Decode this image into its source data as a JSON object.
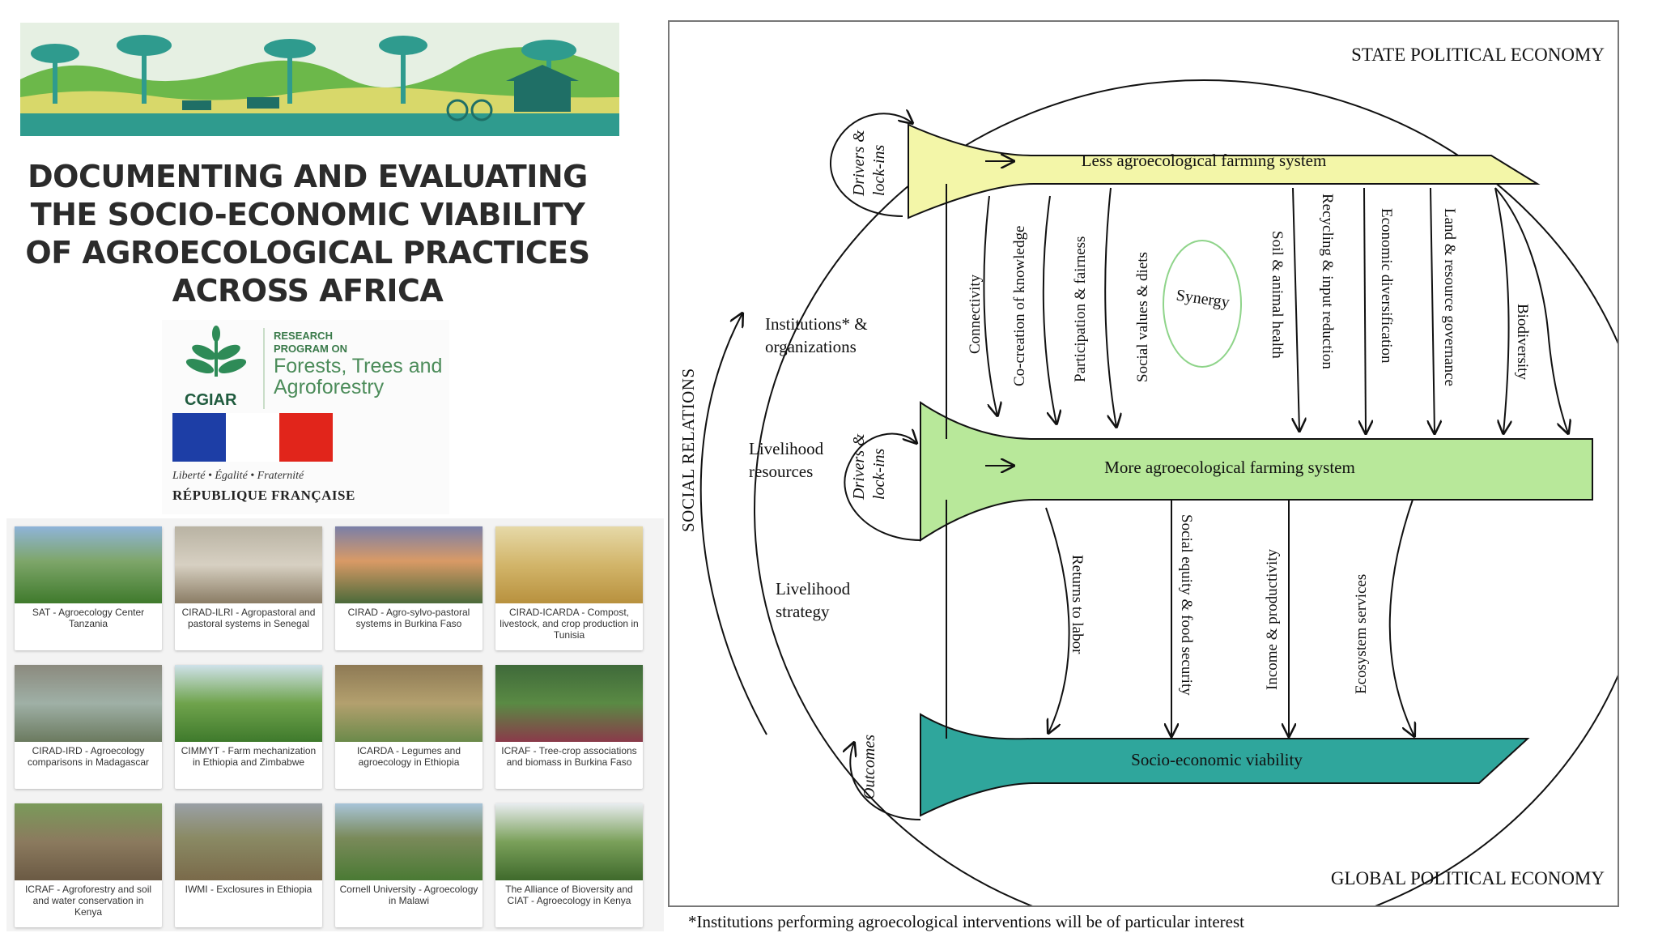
{
  "title": "DOCUMENTING AND EVALUATING THE SOCIO-ECONOMIC VIABILITY OF AGROECOLOGICAL PRACTICES ACROSS AFRICA",
  "title_lines": [
    "DOCUMENTING AND EVALUATING",
    "THE SOCIO-ECONOMIC VIABILITY",
    "OF AGROECOLOGICAL PRACTICES",
    "ACROSS AFRICA"
  ],
  "logos": {
    "cgiar": "CGIAR",
    "program_small_1": "RESEARCH",
    "program_small_2": "PROGRAM ON",
    "program_big_1": "Forests, Trees and",
    "program_big_2": "Agroforestry",
    "motto": "Liberté • Égalité • Fraternité",
    "republique": "RÉPUBLIQUE FRANÇAISE"
  },
  "colors": {
    "banner_teal": "#2f9b8e",
    "banner_green": "#6cb84a",
    "banner_yellow": "#d8d86a",
    "less_band": "#f3f6a8",
    "more_band": "#b8e89a",
    "socio_band": "#2fa69c",
    "flag_blue": "#1d3ea6",
    "flag_red": "#e1251b"
  },
  "cards": [
    {
      "caption": "SAT - Agroecology Center Tanzania",
      "icon": "farmer-field-photo"
    },
    {
      "caption": "CIRAD-ILRI - Agropastoral and pastoral systems in Senegal",
      "icon": "cattle-photo"
    },
    {
      "caption": "CIRAD - Agro-sylvo-pastoral systems in Burkina Faso",
      "icon": "sunset-field-photo"
    },
    {
      "caption": "CIRAD-ICARDA - Compost, livestock, and crop production in Tunisia",
      "icon": "wheat-field-photo"
    },
    {
      "caption": "CIRAD-IRD - Agroecology comparisons in Madagascar",
      "icon": "rice-paddy-photo"
    },
    {
      "caption": "CIMMYT - Farm mechanization in Ethiopia and Zimbabwe",
      "icon": "farmers-crop-photo"
    },
    {
      "caption": "ICARDA - Legumes and agroecology in Ethiopia",
      "icon": "legume-harvest-photo"
    },
    {
      "caption": "ICRAF - Tree-crop associations and biomass in Burkina Faso",
      "icon": "tree-crop-photo"
    },
    {
      "caption": "ICRAF - Agroforestry and soil and water conservation in Kenya",
      "icon": "soil-work-photo"
    },
    {
      "caption": "IWMI - Exclosures in Ethiopia",
      "icon": "landscape-photo"
    },
    {
      "caption": "Cornell University - Agroecology in Malawi",
      "icon": "village-field-photo"
    },
    {
      "caption": "The Alliance of Bioversity and CIAT - Agroecology in Kenya",
      "icon": "banana-field-photo"
    }
  ],
  "diagram": {
    "state": "STATE POLITICAL ECONOMY",
    "global": "GLOBAL POLITICAL ECONOMY",
    "social": "SOCIAL RELATIONS",
    "institutions_1": "Institutions* &",
    "institutions_2": "organizations",
    "livelihood_res_1": "Livelihood",
    "livelihood_res_2": "resources",
    "livelihood_str_1": "Livelihood",
    "livelihood_str_2": "strategy",
    "drivers1_a": "Drivers &",
    "drivers1_b": "lock-ins",
    "drivers2_a": "Drivers &",
    "drivers2_b": "lock-ins",
    "outcomes": "Outcomes",
    "less": "Less agroecological farming system",
    "more": "More agroecological farming system",
    "socio": "Socio-economic viability",
    "synergy": "Synergy",
    "upper_arrows": [
      "Connectivity",
      "Co-creation of knowledge",
      "Participation & fairness",
      "Social values & diets",
      "Soil & animal health",
      "Recycling & input reduction",
      "Economic diversification",
      "Land & resource governance",
      "Biodiversity"
    ],
    "lower_arrows": [
      "Returns to labor",
      "Social equity & food security",
      "Income & productivity",
      "Ecosystem services"
    ],
    "footnote": "*Institutions performing agroecological interventions will be of particular interest"
  }
}
